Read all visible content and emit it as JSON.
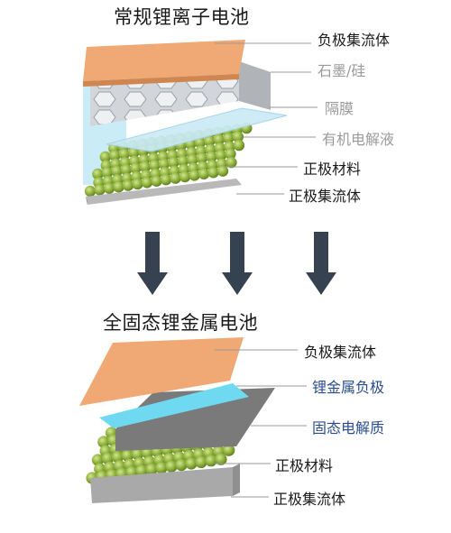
{
  "conventional": {
    "title": "常规锂离子电池",
    "labels": [
      "负极集流体",
      "石墨/硅",
      "隔膜",
      "有机电解液",
      "正极材料",
      "正极集流体"
    ]
  },
  "solid_state": {
    "title": "全固态锂金属电池",
    "labels": [
      "负极集流体",
      "锂金属负极",
      "固态电解质",
      "正极材料",
      "正极集流体"
    ]
  },
  "colors": {
    "copper": "#f0a874",
    "cathode_particles": "#8fb23e",
    "graphite": "#cfd2d6",
    "separator": "#b9e4f2",
    "electrolyte": "#c9ecf7",
    "lithium_metal": "#6fd9f2",
    "solid_electrolyte": "#7a7a7a",
    "aluminum": "#a7a7a7",
    "arrow": "#36424f",
    "text_dark": "#1a1a1a",
    "text_gray": "#9a9a9a",
    "text_blue": "#2a4d8f"
  }
}
